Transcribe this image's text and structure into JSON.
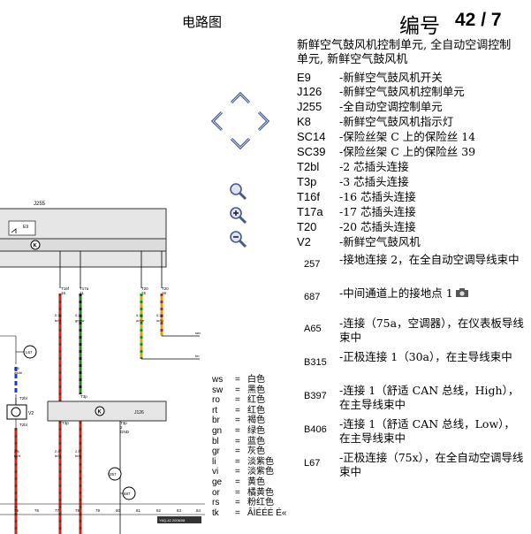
{
  "header": {
    "title": "电路图",
    "number_label": "编号",
    "number_value": "42 / 7"
  },
  "description": "新鲜空气鼓风机控制单元, 全自动空调控制单元, 新鲜空气鼓风机",
  "legend": [
    {
      "code": "E9",
      "desc": "-新鲜空气鼓风机开关"
    },
    {
      "code": "J126",
      "desc": "-新鲜空气鼓风机控制单元"
    },
    {
      "code": "J255",
      "desc": "-全自动空调控制单元"
    },
    {
      "code": "K8",
      "desc": "-新鲜空气鼓风机指示灯"
    },
    {
      "code": "SC14",
      "desc": "-保险丝架 C 上的保险丝 14"
    },
    {
      "code": "SC39",
      "desc": "-保险丝架 C 上的保险丝 39"
    },
    {
      "code": "T2bl",
      "desc": "-2 芯插头连接"
    },
    {
      "code": "T3p",
      "desc": "-3 芯插头连接"
    },
    {
      "code": "T16f",
      "desc": "-16 芯插头连接"
    },
    {
      "code": "T17a",
      "desc": "-17 芯插头连接"
    },
    {
      "code": "T20",
      "desc": "-20 芯插头连接"
    },
    {
      "code": "V2",
      "desc": "-新鲜空气鼓风机"
    },
    {
      "code": "257",
      "desc": "-接地连接 2，在全自动空调导线束中"
    },
    {
      "code": "687",
      "desc": "-中间通道上的接地点 1"
    },
    {
      "code": "A65",
      "desc": "-连接（75a，空调器），在仪表板导线束中"
    },
    {
      "code": "B315",
      "desc": "-正极连接 1（30a），在主导线束中"
    },
    {
      "code": "B397",
      "desc": "-连接 1（舒适 CAN 总线，High），在主导线束中"
    },
    {
      "code": "B406",
      "desc": "-连接 1（舒适 CAN 总线，Low），在主导线束中"
    },
    {
      "code": "L67",
      "desc": "-正极连接（75x），在全自动空调导线束中"
    }
  ],
  "color_key": [
    {
      "code": "ws",
      "name": "白色"
    },
    {
      "code": "sw",
      "name": "黑色"
    },
    {
      "code": "ro",
      "name": "红色"
    },
    {
      "code": "rt",
      "name": "红色"
    },
    {
      "code": "br",
      "name": "褐色"
    },
    {
      "code": "gn",
      "name": "绿色"
    },
    {
      "code": "bl",
      "name": "蓝色"
    },
    {
      "code": "gr",
      "name": "灰色"
    },
    {
      "code": "li",
      "name": "淡紫色"
    },
    {
      "code": "vi",
      "name": "淡紫色"
    },
    {
      "code": "ge",
      "name": "黄色"
    },
    {
      "code": "or",
      "name": "橘黄色"
    },
    {
      "code": "rs",
      "name": "粉红色"
    },
    {
      "code": "tk",
      "name": "ÂÌÉÉÉ  É«"
    }
  ],
  "diagram": {
    "j255_label": "J255",
    "e9_label": "E9",
    "j126_label": "J126",
    "v2_label": "V2",
    "t16f": "T16f\n16",
    "t17a": "T17a\n11",
    "t20a": "T20\n15",
    "t20b": "T20\n16",
    "t2bl_a": "T2bl",
    "t2bl_b": "T2bl",
    "t3p_a": "T3p",
    "t3p_b": "T3p",
    "t3p_c": "T3p\n2\nGND",
    "l67": "L67",
    "g257": "257",
    "g687": "687",
    "wire_gauges": [
      "0.35",
      "0.35",
      "0.35",
      "0.35",
      "2.5",
      "2.5",
      "2.5",
      "2.5"
    ],
    "wire_colors": [
      "br/rt",
      "gn/sw",
      "or/ge",
      "or/br",
      "ws/bl",
      "br/rt",
      "br/rt",
      "br/rt"
    ],
    "right_labels": [
      "sec",
      "tm"
    ],
    "scale": [
      "75",
      "76",
      "77",
      "78",
      "79",
      "80",
      "81",
      "82",
      "83",
      "84"
    ],
    "doc_code": "Y6Q-42 2006/08"
  },
  "colors": {
    "wire_red": "#d42020",
    "wire_green": "#1a8a1a",
    "wire_orange": "#e8a000",
    "wire_black": "#111111",
    "box_fill": "#e6e6e6",
    "box_stroke": "#333333"
  }
}
